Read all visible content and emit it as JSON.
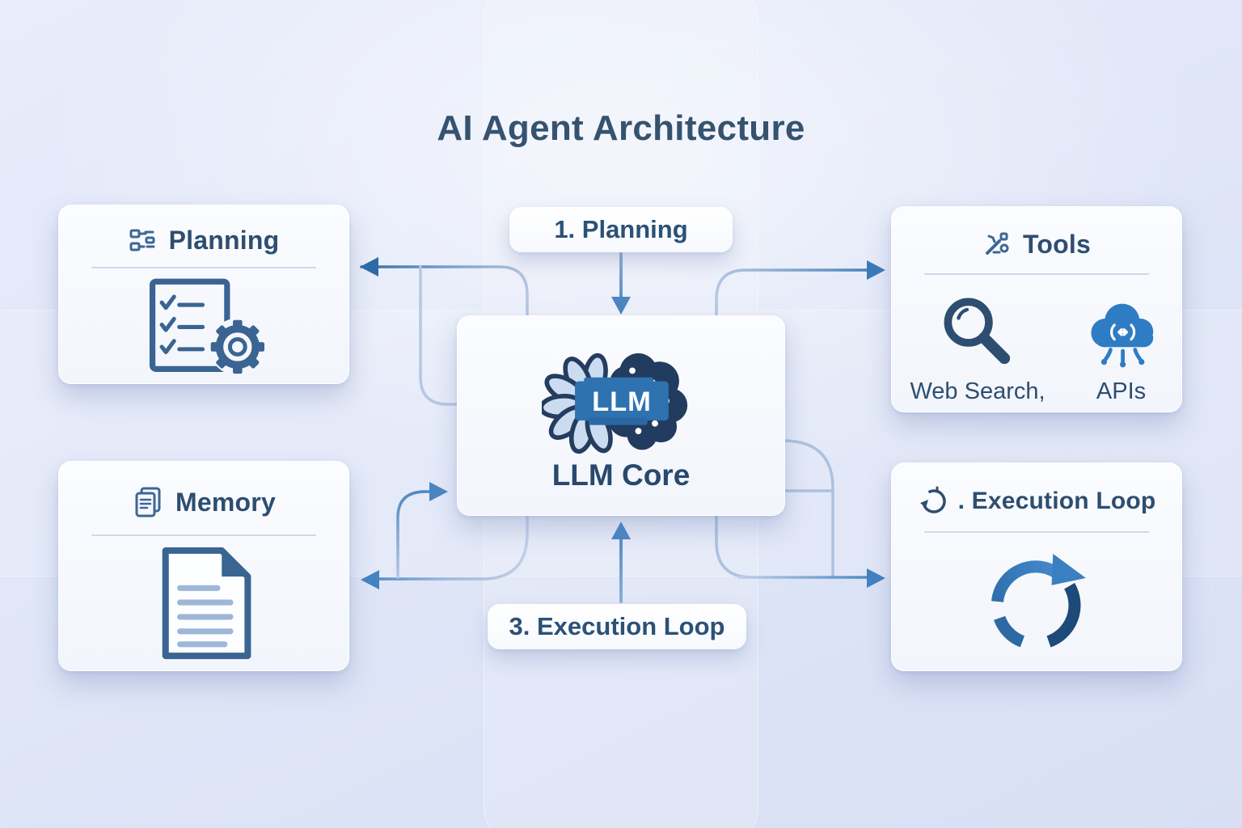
{
  "title": "AI Agent Architecture",
  "flow_labels": {
    "planning": "1. Planning",
    "execution": "3. Execution Loop"
  },
  "center": {
    "icon": "brain-icon",
    "badge": "LLM",
    "label": "LLM Core"
  },
  "cards": {
    "planning": {
      "title": "Planning",
      "header_icon": "workflow-icon",
      "content_icon": "checklist-gear-icon"
    },
    "memory": {
      "title": "Memory",
      "header_icon": "documents-icon",
      "content_icon": "document-icon"
    },
    "tools": {
      "title": "Tools",
      "header_icon": "tools-icon",
      "items": [
        {
          "label": "Web Search,",
          "icon": "magnifier-icon"
        },
        {
          "label": "APIs",
          "icon": "cloud-api-icon"
        }
      ]
    },
    "execution": {
      "title": ". Execution Loop",
      "header_icon": "refresh-circle-icon",
      "content_icon": "loop-arrow-icon"
    }
  },
  "colors": {
    "background": "#dfe5f6",
    "card": "#f6f8fc",
    "title_text": "#35536f",
    "card_text": "#2d4e70",
    "badge_blue": "#2e72b0",
    "brain_navy": "#223c5f",
    "brain_light": "#ccdcf0",
    "arrow_blue": "#3f7fbd",
    "cloud_blue": "#2e7dc4"
  }
}
